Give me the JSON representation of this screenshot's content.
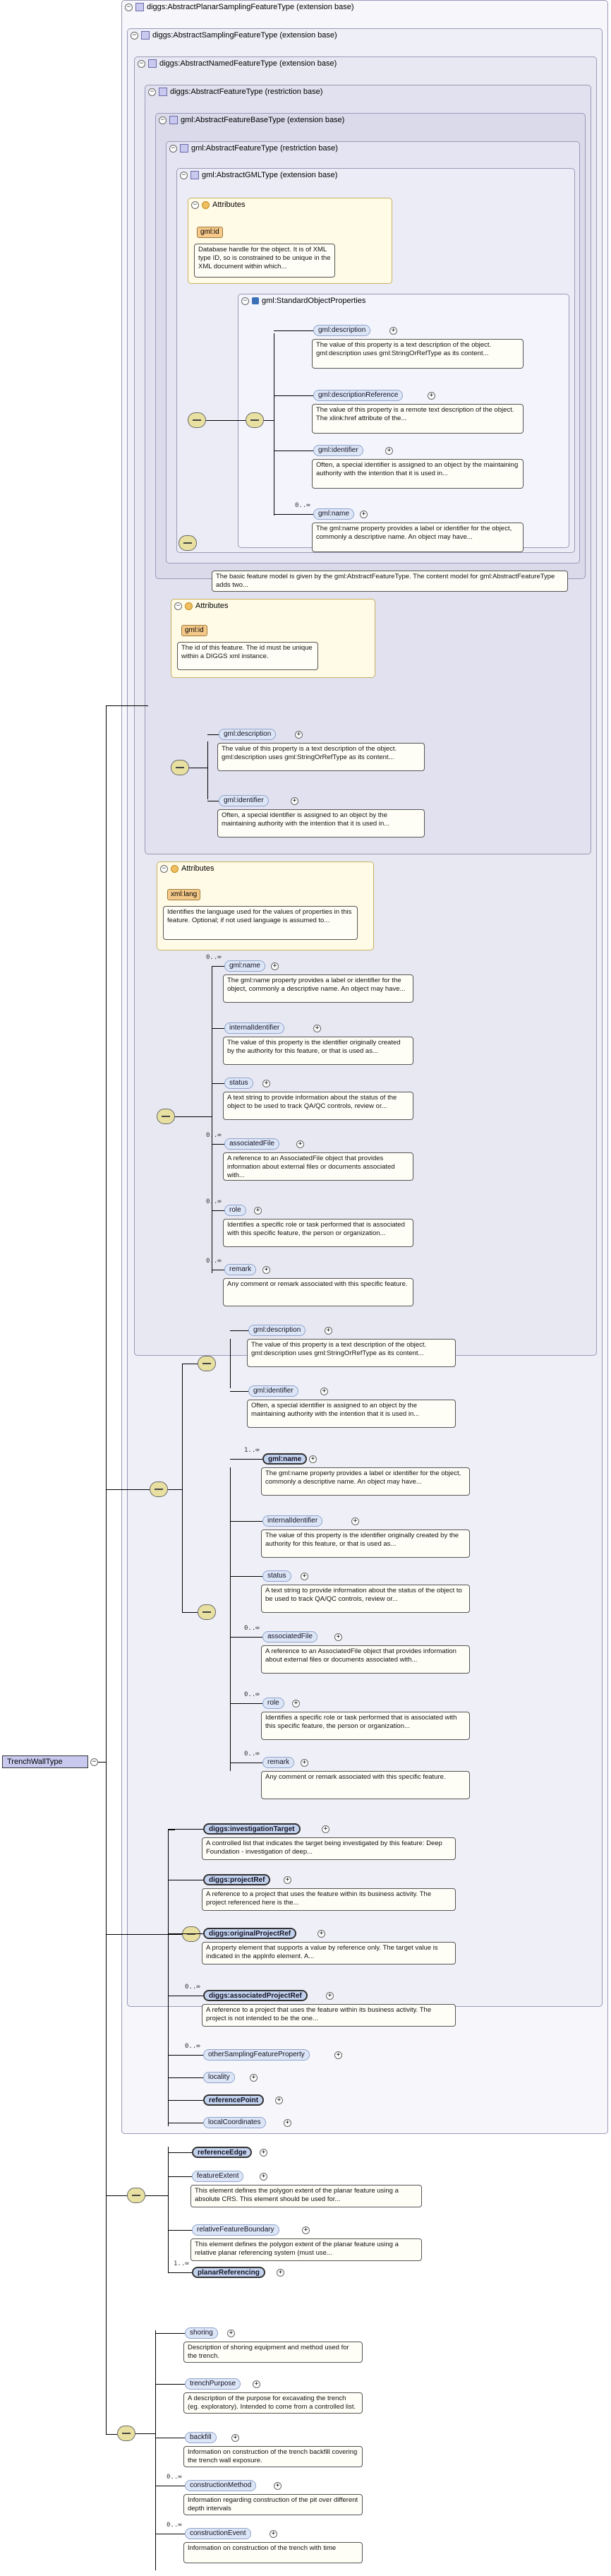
{
  "root": {
    "name": "TrenchWallType"
  },
  "nested_types": [
    {
      "label": "diggs:AbstractPlanarSamplingFeatureType (extension base)"
    },
    {
      "label": "diggs:AbstractSamplingFeatureType (extension base)"
    },
    {
      "label": "diggs:AbstractNamedFeatureType (extension base)"
    },
    {
      "label": "diggs:AbstractFeatureType (restriction base)"
    },
    {
      "label": "gml:AbstractFeatureBaseType (extension base)"
    },
    {
      "label": "gml:AbstractFeatureType (restriction base)"
    },
    {
      "label": "gml:AbstractGMLType (extension base)"
    }
  ],
  "attributes_label": "Attributes",
  "gml_attr": {
    "name": "gml:id",
    "doc": "Database handle for the object. It is of XML type ID, so is constrained to be unique in the XML document within which..."
  },
  "standard_props": {
    "label": "gml:StandardObjectProperties"
  },
  "gml_elements": [
    {
      "name": "gml:description",
      "doc": "The value of this property is a text description of the object. gml:description uses gml:StringOrRefType as its content..."
    },
    {
      "name": "gml:descriptionReference",
      "doc": "The value of this property is a remote text description of the object. The xlink:href attribute of the..."
    },
    {
      "name": "gml:identifier",
      "doc": "Often, a special identifier is assigned to an object by the maintaining authority with the intention that it is used in..."
    },
    {
      "name": "gml:name",
      "card": "0..∞",
      "doc": "The gml:name property provides a label or identifier for the object, commonly a descriptive name. An object may have..."
    }
  ],
  "feature_base_doc": "The basic feature model is given by the gml:AbstractFeatureType. The content model for gml:AbstractFeatureType adds two...",
  "diggs_feature_attr": {
    "name": "gml:id",
    "doc": "The id of this feature. The id must be unique within a DIGGS xml instance."
  },
  "diggs_feature_elements": [
    {
      "name": "gml:description",
      "doc": "The value of this property is a text description of the object. gml:description uses gml:StringOrRefType as its content..."
    },
    {
      "name": "gml:identifier",
      "doc": "Often, a special identifier is assigned to an object by the maintaining authority with the intention that it is used in..."
    }
  ],
  "named_attr": {
    "name": "xml:lang",
    "doc": "Identifies the language used for the values of properties in this feature. Optional; if not used language is assumed to..."
  },
  "named_elements": [
    {
      "name": "gml:name",
      "card": "0..∞",
      "doc": "The gml:name property provides a label or identifier for the object, commonly a descriptive name. An object may have..."
    },
    {
      "name": "internalIdentifier",
      "card": "",
      "doc": "The value of this property is the identifier originally created by the authority for this feature, or that is used as..."
    },
    {
      "name": "status",
      "card": "",
      "doc": "A text string to provide information about the status of the object to be used to track QA/QC controls, review or..."
    },
    {
      "name": "associatedFile",
      "card": "0..∞",
      "doc": "A reference to an AssociatedFile object that provides information about external files or documents associated with..."
    },
    {
      "name": "role",
      "card": "0..∞",
      "doc": "Identifies a specific role or task performed that is associated with this specific feature, the person or organization..."
    },
    {
      "name": "remark",
      "card": "0..∞",
      "doc": "Any comment or remark associated with this specific feature."
    }
  ],
  "choice_elements": [
    {
      "name": "gml:description",
      "doc": "The value of this property is a text description of the object. gml:description uses gml:StringOrRefType as its content..."
    },
    {
      "name": "gml:identifier",
      "doc": "Often, a special identifier is assigned to an object by the maintaining authority with the intention that it is used in..."
    }
  ],
  "sampling_named_elements": [
    {
      "name": "gml:name",
      "card": "1..∞",
      "doc": "The gml:name property provides a label or identifier for the object, commonly a descriptive name. An object may have..."
    },
    {
      "name": "internalIdentifier",
      "card": "",
      "doc": "The value of this property is the identifier originally created by the authority for this feature, or that is used as..."
    },
    {
      "name": "status",
      "card": "",
      "doc": "A text string to provide information about the status of the object to be used to track QA/QC controls, review or..."
    },
    {
      "name": "associatedFile",
      "card": "0..∞",
      "doc": "A reference to an AssociatedFile object that provides information about external files or documents associated with..."
    },
    {
      "name": "role",
      "card": "0..∞",
      "doc": "Identifies a specific role or task performed that is associated with this specific feature, the person or organization..."
    },
    {
      "name": "remark",
      "card": "0..∞",
      "doc": "Any comment or remark associated with this specific feature."
    }
  ],
  "sampling_elements": [
    {
      "name": "diggs:investigationTarget",
      "card": "",
      "doc": "A controlled list that indicates the target being investigated by this feature: Deep Foundation - investigation of deep..."
    },
    {
      "name": "diggs:projectRef",
      "card": "",
      "doc": "A reference to a project that uses the feature within its business activity. The project referenced here is the..."
    },
    {
      "name": "diggs:originalProjectRef",
      "card": "",
      "doc": "A property element that supports a value by reference only. The target value is indicated in the applnfo element. A..."
    },
    {
      "name": "diggs:associatedProjectRef",
      "card": "0..∞",
      "doc": "A reference to a project that uses the feature within its business activity. The project is not intended to be the one..."
    },
    {
      "name": "otherSamplingFeatureProperty",
      "card": "0..∞",
      "doc": ""
    },
    {
      "name": "locality",
      "card": "",
      "doc": ""
    },
    {
      "name": "referencePoint",
      "card": "",
      "doc": ""
    },
    {
      "name": "localCoordinates",
      "card": "",
      "doc": ""
    }
  ],
  "planar_elements": [
    {
      "name": "referenceEdge",
      "card": "",
      "doc": ""
    },
    {
      "name": "featureExtent",
      "card": "",
      "doc": "This element defines the polygon extent of the planar feature using a absolute CRS. This element should be used for..."
    },
    {
      "name": "relativeFeatureBoundary",
      "card": "",
      "doc": "This element defines the polygon extent of the planar feature using a relative planar referencing system (must use..."
    },
    {
      "name": "planarReferencing",
      "card": "1..∞",
      "doc": ""
    }
  ],
  "trench_elements": [
    {
      "name": "shoring",
      "card": "",
      "doc": "Description of shoring equipment and method used for the trench."
    },
    {
      "name": "trenchPurpose",
      "card": "",
      "doc": "A description of the purpose for excavating the trench (eg. exploratory). Intended to come from a controlled list."
    },
    {
      "name": "backfill",
      "card": "",
      "doc": "Information on construction of the trench backfill covering the trench wall exposure."
    },
    {
      "name": "constructionMethod",
      "card": "0..∞",
      "doc": "Information regarding construction of the pit over different depth intervals"
    },
    {
      "name": "constructionEvent",
      "card": "0..∞",
      "doc": "Information on construction of the trench with time"
    }
  ]
}
